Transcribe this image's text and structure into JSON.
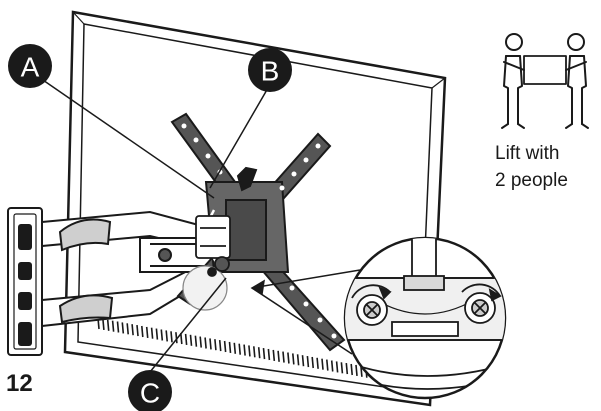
{
  "step": {
    "number": "12"
  },
  "callouts": {
    "a": "A",
    "b": "B",
    "c": "C"
  },
  "lift_note": {
    "line1": "Lift with",
    "line2": "2 people"
  },
  "icons": {
    "lift_icon": "two-people-lifting-icon"
  },
  "colors": {
    "ink": "#1a1a1a",
    "callout_fill": "#1a1a1a",
    "paper": "#ffffff",
    "metal": "#555555"
  }
}
